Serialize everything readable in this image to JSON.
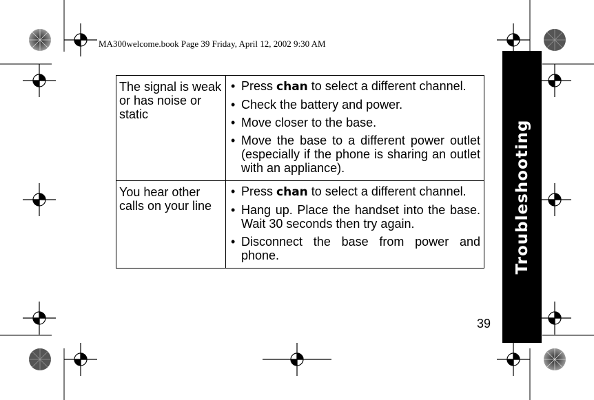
{
  "print_header": "MA300welcome.book  Page 39  Friday, April 12, 2002  9:30 AM",
  "section_tab": "Troubleshooting",
  "rows": [
    {
      "problem": "The signal is weak or has noise or static",
      "items": [
        {
          "pre": "Press ",
          "key": "chan",
          "post": " to select a different channel."
        },
        {
          "pre": "Check the battery and power.",
          "key": "",
          "post": ""
        },
        {
          "pre": "Move closer to the base.",
          "key": "",
          "post": ""
        },
        {
          "pre": "Move the base to a different power outlet (especially if the phone is sharing an outlet with an appliance).",
          "key": "",
          "post": ""
        }
      ]
    },
    {
      "problem": "You hear other calls on your line",
      "items": [
        {
          "pre": "Press ",
          "key": "chan",
          "post": " to select a different channel."
        },
        {
          "pre": "Hang up. Place the handset into the base. Wait 30 seconds then try again.",
          "key": "",
          "post": ""
        },
        {
          "pre": "Disconnect the base from power and phone.",
          "key": "",
          "post": ""
        }
      ]
    }
  ],
  "page_number": "39"
}
